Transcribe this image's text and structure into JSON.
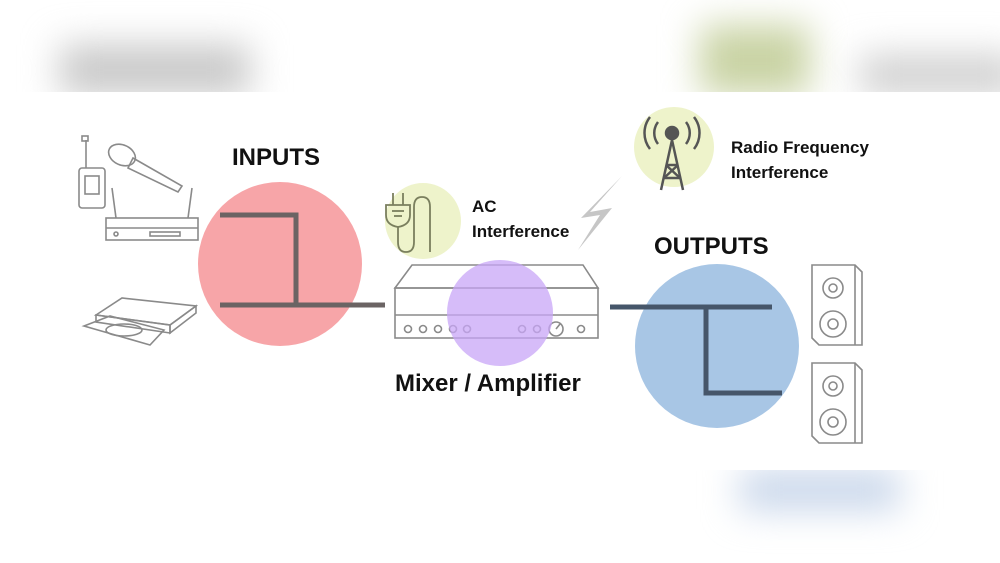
{
  "labels": {
    "inputs": "INPUTS",
    "outputs": "OUTPUTS",
    "mixer": "Mixer / Amplifier",
    "ac_line1": "AC",
    "ac_line2": "Interference",
    "rf_line1": "Radio Frequency",
    "rf_line2": "Interference"
  },
  "colors": {
    "inputs_circle": "#f7a5a8",
    "outputs_circle": "#a8c6e5",
    "mixer_circle": "#d3b6f6",
    "interference_circle": "#eef3cb",
    "signal_line_input": "#6b6464",
    "signal_line_output": "#46566a"
  }
}
